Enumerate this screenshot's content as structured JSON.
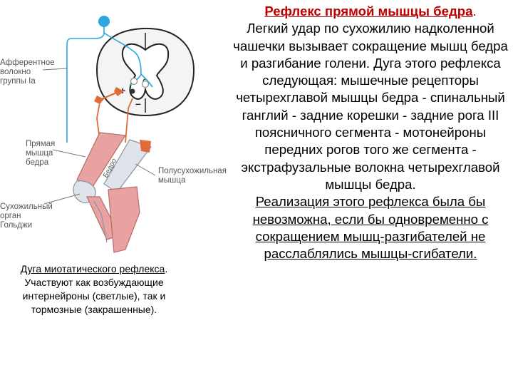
{
  "labels": {
    "afferent": [
      "Афферентное",
      "волокно",
      "группы Ia"
    ],
    "rectus": [
      "Прямая",
      "мышца",
      "бедра"
    ],
    "semitendinosus": [
      "Полусухожильная",
      "мышца"
    ],
    "golgi": [
      "Сухожильный",
      "орган",
      "Гольджи"
    ],
    "thigh": "Бедро",
    "plus": "+",
    "minus": "–"
  },
  "caption": {
    "link_text": "Дуга миотатического рефлекса",
    "rest_text": ". Участвуют как возбуждающие интернейроны (светлые), так и тормозные (закрашенные)."
  },
  "content": {
    "title": "Рефлекс прямой мышцы бедра",
    "title_dot": ".",
    "paragraph": "Легкий удар по сухожилию надколенной чашечки вызывает сокращение мышц бедра и разгибание голени. Дуга этого рефлекса следующая: мышечные рецепторы четырехглавой мышцы бедра - спинальный ганглий - задние корешки - задние рога III поясничного сегмента - мотонейроны передних рогов того же сегмента - экстрафузальные волокна четырехглавой мышцы бедра.",
    "underlined": "Реализация этого рефлекса была бы невозможна, если бы одновременно с сокращением мышц-разгибателей не расслаблялись мышцы-сгибатели."
  },
  "colors": {
    "afferent_blue": "#2aa7df",
    "efferent_orange": "#e06a3a",
    "muscle_pink": "#e8a2a2",
    "title_red": "#c00000"
  }
}
